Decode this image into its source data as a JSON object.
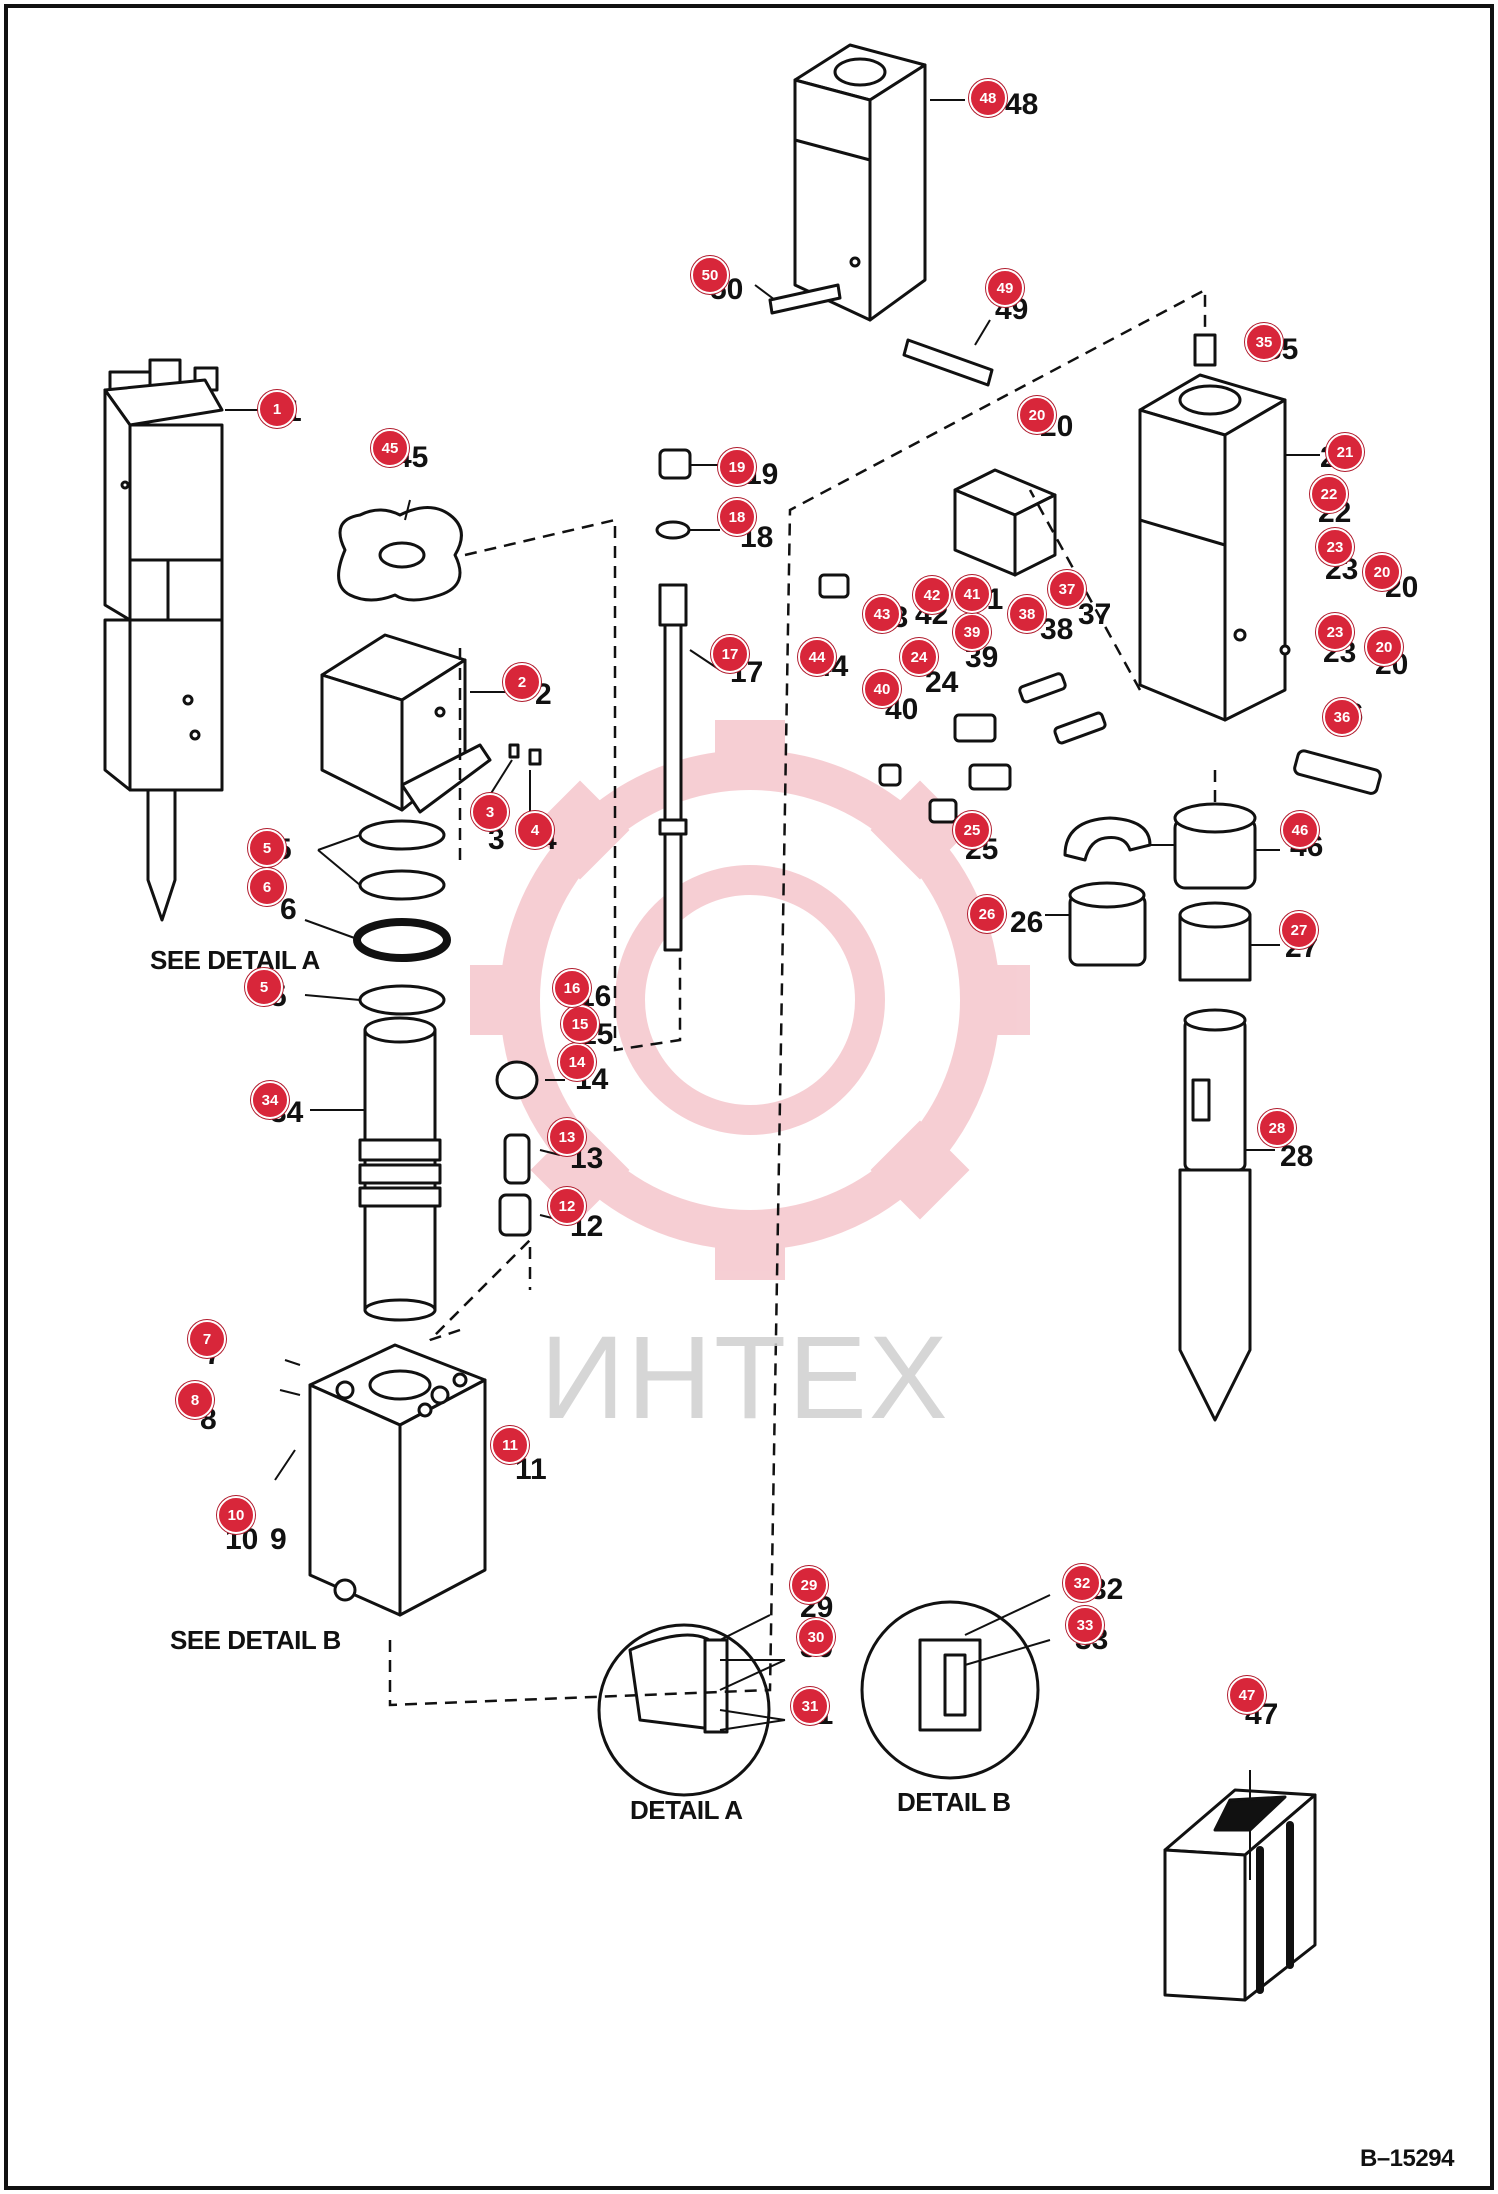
{
  "watermark": {
    "text": "ИНТЕХ",
    "color": "#d8263a"
  },
  "drawing_number": "B–15294",
  "captions": {
    "see_detail_a": "SEE DETAIL A",
    "see_detail_b": "SEE DETAIL B",
    "detail_a": "DETAIL A",
    "detail_b": "DETAIL B"
  },
  "badge_color": "#d8263a",
  "callouts": [
    {
      "id": "1",
      "label": "1"
    },
    {
      "id": "2",
      "label": "2"
    },
    {
      "id": "3",
      "label": "3"
    },
    {
      "id": "4",
      "label": "4"
    },
    {
      "id": "5a",
      "label": "5"
    },
    {
      "id": "6",
      "label": "6"
    },
    {
      "id": "5b",
      "label": "5"
    },
    {
      "id": "7",
      "label": "7"
    },
    {
      "id": "8",
      "label": "8"
    },
    {
      "id": "10",
      "label": "10"
    },
    {
      "id": "11",
      "label": "11"
    },
    {
      "id": "12",
      "label": "12"
    },
    {
      "id": "13",
      "label": "13"
    },
    {
      "id": "14",
      "label": "14"
    },
    {
      "id": "15",
      "label": "15"
    },
    {
      "id": "16",
      "label": "16"
    },
    {
      "id": "17",
      "label": "17"
    },
    {
      "id": "18",
      "label": "18"
    },
    {
      "id": "19",
      "label": "19"
    },
    {
      "id": "20a",
      "label": "20"
    },
    {
      "id": "20b",
      "label": "20"
    },
    {
      "id": "20c",
      "label": "20"
    },
    {
      "id": "21",
      "label": "21"
    },
    {
      "id": "22",
      "label": "22"
    },
    {
      "id": "23a",
      "label": "23"
    },
    {
      "id": "23b",
      "label": "23"
    },
    {
      "id": "24",
      "label": "24"
    },
    {
      "id": "25",
      "label": "25"
    },
    {
      "id": "26",
      "label": "26"
    },
    {
      "id": "27",
      "label": "27"
    },
    {
      "id": "28",
      "label": "28"
    },
    {
      "id": "29",
      "label": "29"
    },
    {
      "id": "30",
      "label": "30"
    },
    {
      "id": "31",
      "label": "31"
    },
    {
      "id": "32",
      "label": "32"
    },
    {
      "id": "33",
      "label": "33"
    },
    {
      "id": "34",
      "label": "34"
    },
    {
      "id": "35",
      "label": "35"
    },
    {
      "id": "36",
      "label": "36"
    },
    {
      "id": "37",
      "label": "37"
    },
    {
      "id": "38",
      "label": "38"
    },
    {
      "id": "39",
      "label": "39"
    },
    {
      "id": "40",
      "label": "40"
    },
    {
      "id": "41",
      "label": "41"
    },
    {
      "id": "42",
      "label": "42"
    },
    {
      "id": "43",
      "label": "43"
    },
    {
      "id": "44",
      "label": "44"
    },
    {
      "id": "45",
      "label": "45"
    },
    {
      "id": "46",
      "label": "46"
    },
    {
      "id": "47",
      "label": "47"
    },
    {
      "id": "48",
      "label": "48"
    },
    {
      "id": "49",
      "label": "49"
    },
    {
      "id": "50",
      "label": "50"
    }
  ],
  "part_numbers": [
    "1",
    "2",
    "3",
    "4",
    "5",
    "6",
    "5",
    "7",
    "8",
    "9",
    "10",
    "11",
    "12",
    "13",
    "14",
    "15",
    "16",
    "17",
    "18",
    "19",
    "20",
    "20",
    "20",
    "21",
    "22",
    "23",
    "23",
    "24",
    "25",
    "26",
    "27",
    "28",
    "29",
    "30",
    "31",
    "32",
    "33",
    "34",
    "35",
    "36",
    "37",
    "38",
    "39",
    "40",
    "41",
    "42",
    "43",
    "44",
    "45",
    "46",
    "47",
    "48",
    "49",
    "50"
  ]
}
